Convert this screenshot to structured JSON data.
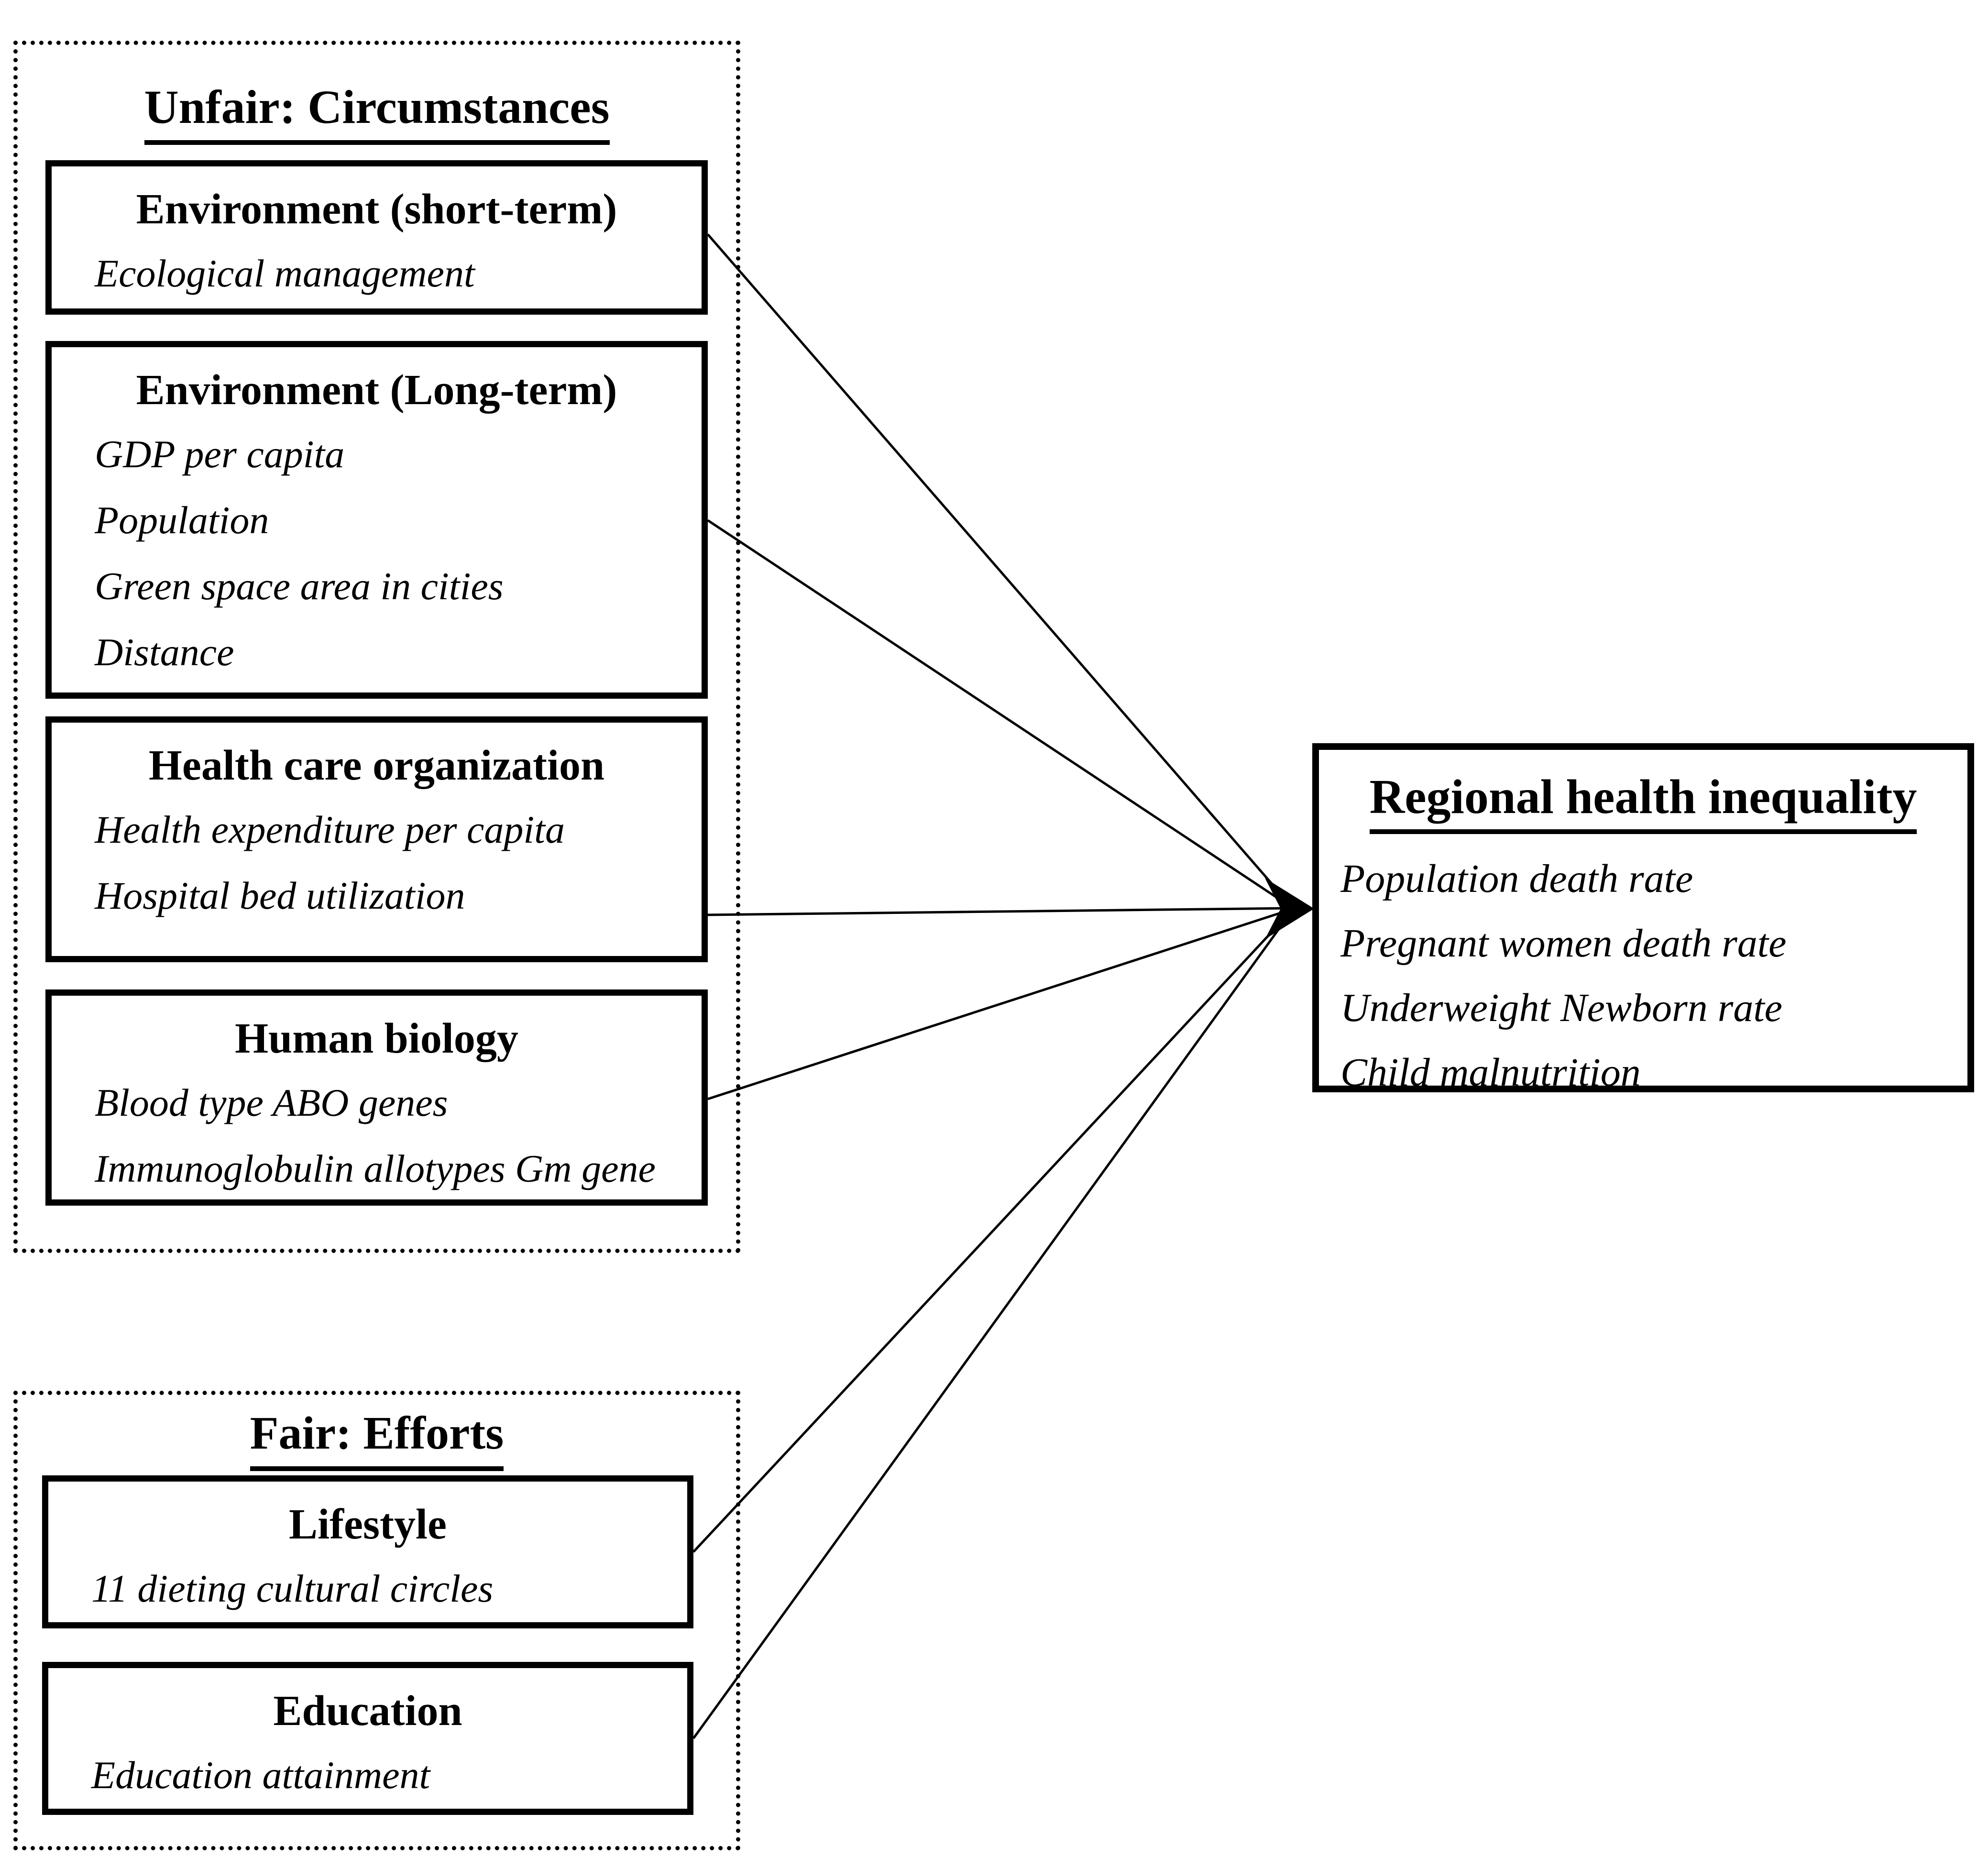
{
  "groups": {
    "unfair": {
      "title": "Unfair: Circumstances",
      "boxes": [
        {
          "title": "Environment (short-term)",
          "items": [
            "Ecological management"
          ]
        },
        {
          "title": "Environment (Long-term)",
          "items": [
            "GDP per capita",
            "Population",
            "Green space area in cities",
            "Distance"
          ]
        },
        {
          "title": "Health care organization",
          "items": [
            "Health expenditure per capita",
            "Hospital bed utilization"
          ]
        },
        {
          "title": "Human biology",
          "items": [
            "Blood type ABO genes",
            "Immunoglobulin allotypes Gm gene"
          ]
        }
      ]
    },
    "fair": {
      "title": "Fair: Efforts",
      "boxes": [
        {
          "title": "Lifestyle",
          "items": [
            "11 dieting cultural circles"
          ]
        },
        {
          "title": "Education",
          "items": [
            "Education attainment"
          ]
        }
      ]
    }
  },
  "outcome": {
    "title": "Regional health inequality",
    "items": [
      "Population death rate",
      "Pregnant women death rate",
      "Underweight Newborn rate",
      "Child malnutrition"
    ]
  },
  "colors": {
    "ink": "#000000",
    "background": "#ffffff"
  }
}
